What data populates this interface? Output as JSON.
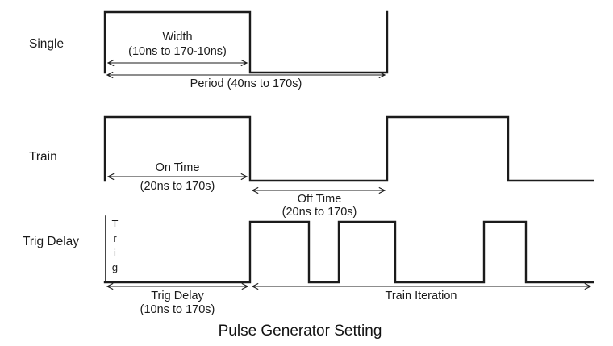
{
  "title": "Pulse Generator Setting",
  "single": {
    "label": "Single",
    "width_label": "Width",
    "width_range": "(10ns to 170-10ns)",
    "period_label": "Period (40ns to 170s)"
  },
  "train": {
    "label": "Train",
    "on_time_label": "On Time",
    "on_time_range": "(20ns to 170s)",
    "off_time_label": "Off Time",
    "off_time_range": "(20ns to 170s)"
  },
  "trig_delay": {
    "label": "Trig Delay",
    "trig_signal_label": "Trig",
    "delay_label": "Trig Delay",
    "delay_range": "(10ns to 170s)",
    "iteration_label": "Train Iteration"
  },
  "colors": {
    "line": "#1b1b1b",
    "text": "#1b1b1b",
    "background": "#ffffff"
  }
}
